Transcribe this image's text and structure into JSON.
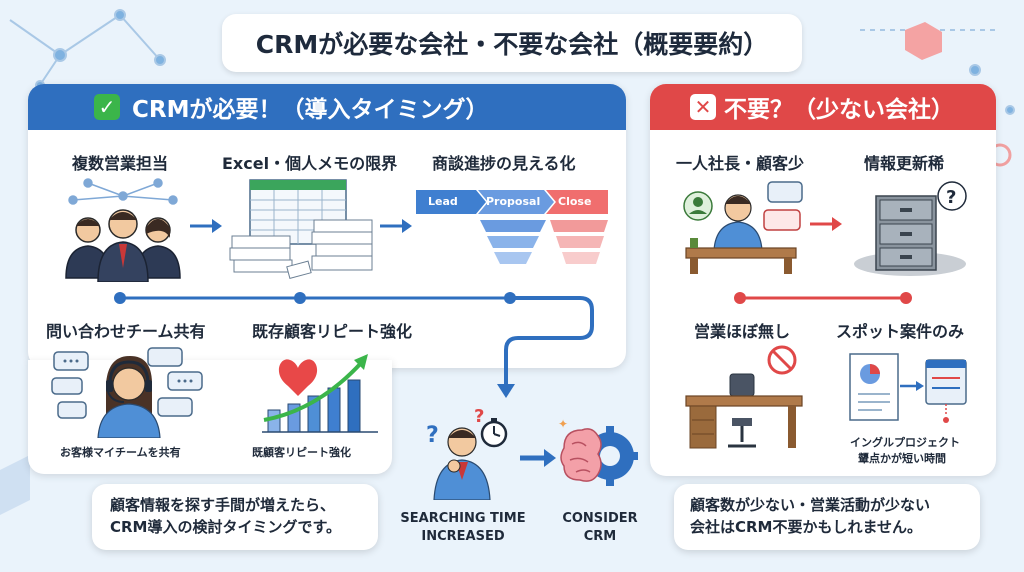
{
  "title": "CRMが必要な会社・不要な会社（概要要約）",
  "left_panel": {
    "header": "CRMが必要！（導入タイミング）",
    "header_color": "#2f6fbf",
    "items": [
      {
        "label": "複数営業担当",
        "icon": "sales-team-icon"
      },
      {
        "label": "Excel・個人メモの限界",
        "icon": "paper-stack-icon"
      },
      {
        "label": "商談進捗の見える化",
        "icon": "sales-funnel-icon"
      },
      {
        "label": "問い合わせチーム共有",
        "icon": "support-agent-icon"
      },
      {
        "label": "既存顧客リピート強化",
        "icon": "growth-chart-icon"
      }
    ],
    "funnel_stages": [
      "Lead",
      "Proposal",
      "Close"
    ],
    "sublabels": [
      "お客様マイチームを共有",
      "既顧客リピート強化"
    ],
    "callout": [
      "顧客情報を探す手間が増えたら、",
      "CRM導入の検討タイミングです。"
    ]
  },
  "center": {
    "left_caption": [
      "SEARCHING TIME",
      "INCREASED"
    ],
    "right_caption": [
      "CONSIDER",
      "CRM"
    ]
  },
  "right_panel": {
    "header": "不要？（少ない会社）",
    "header_color": "#e04848",
    "items": [
      {
        "label": "一人社長・顧客少",
        "icon": "solo-owner-icon"
      },
      {
        "label": "情報更新稀",
        "icon": "filing-cabinet-icon"
      },
      {
        "label": "営業ほぼ無し",
        "icon": "empty-desk-icon"
      },
      {
        "label": "スポット案件のみ",
        "icon": "document-icon"
      }
    ],
    "sublabels": [
      "イングルプロジェクト",
      "顰点かが短い時間"
    ],
    "callout": [
      "顧客数が少ない・営業活動が少ない",
      "会社はCRM不要かもしれません。"
    ]
  },
  "colors": {
    "blue": "#2f6fbf",
    "red": "#e04848",
    "background": "#eaf3fb"
  }
}
